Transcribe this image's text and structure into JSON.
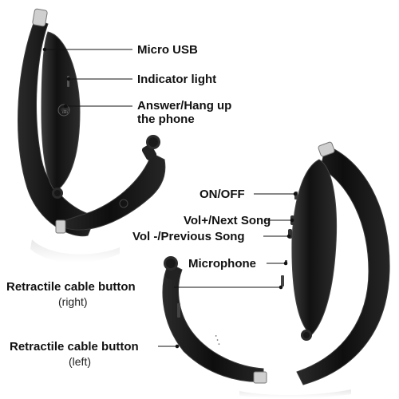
{
  "callouts": {
    "micro_usb": "Micro USB",
    "indicator_light": "Indicator light",
    "answer_hang_up_line1": "Answer/Hang up",
    "answer_hang_up_line2": "the phone",
    "on_off": "ON/OFF",
    "vol_plus": "Vol+/Next Song",
    "vol_minus": "Vol -/Previous Song",
    "microphone": "Microphone",
    "retractile_right": "Retractile cable button",
    "retractile_right_side": "(right)",
    "retractile_left": "Retractile cable button",
    "retractile_left_side": "(left)"
  },
  "colors": {
    "band": "#151515",
    "band_edge": "#3a3a3a",
    "metal": "#cfcfcf",
    "leader": "#111111"
  }
}
